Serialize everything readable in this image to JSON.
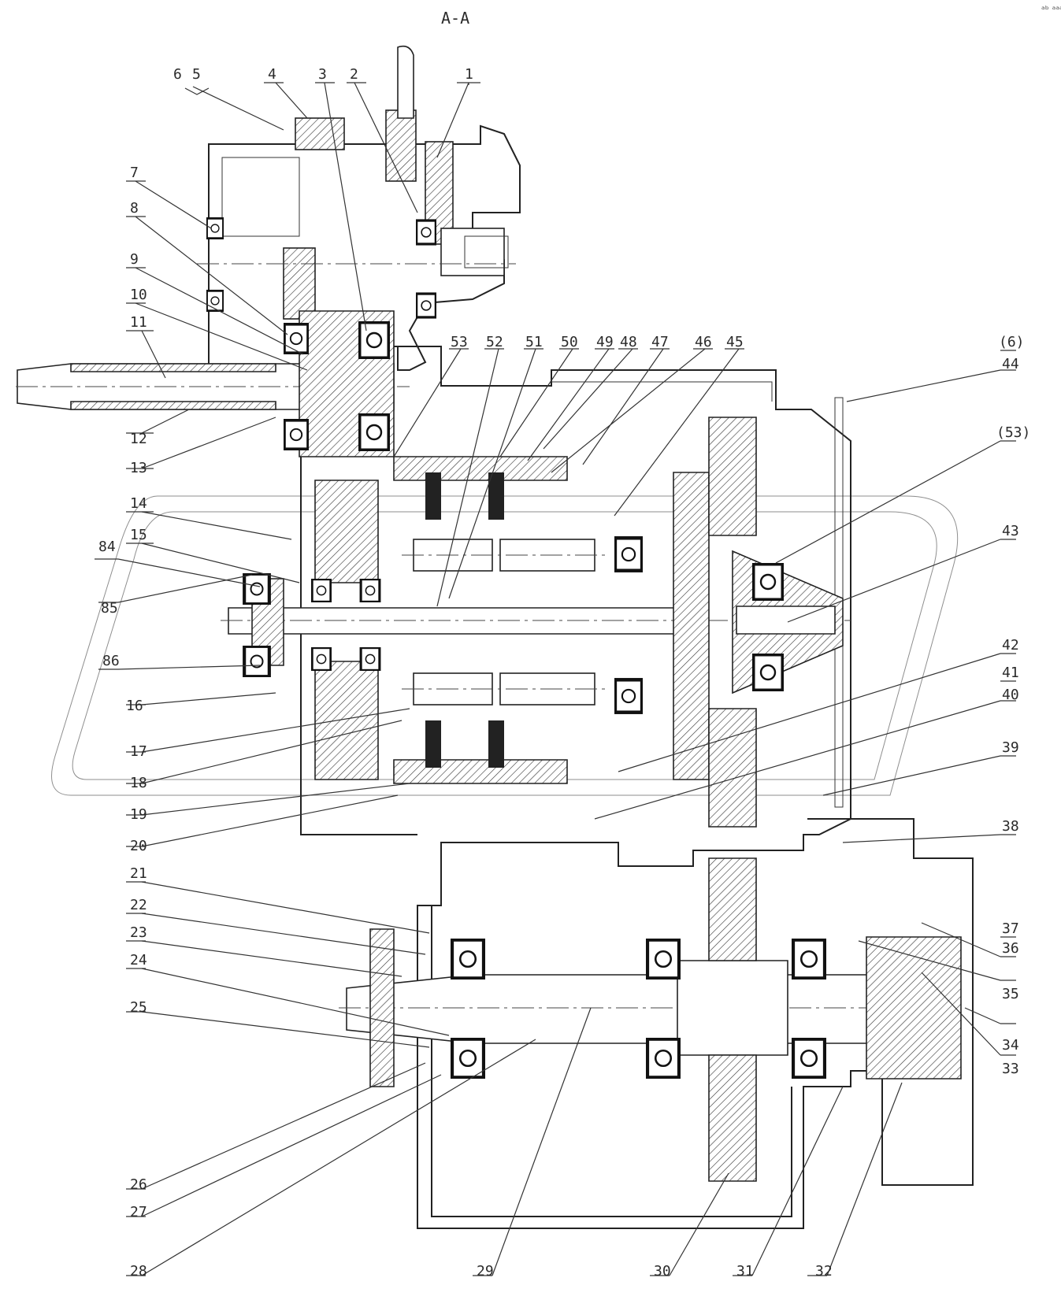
{
  "section_title": "A-A",
  "corner_mark": "ᵃᵇ ᵃᵃᵃ",
  "labels": [
    {
      "id": "1",
      "text": "1"
    },
    {
      "id": "2",
      "text": "2"
    },
    {
      "id": "3",
      "text": "3"
    },
    {
      "id": "4",
      "text": "4"
    },
    {
      "id": "5",
      "text": "5"
    },
    {
      "id": "6",
      "text": "6"
    },
    {
      "id": "7",
      "text": "7"
    },
    {
      "id": "8",
      "text": "8"
    },
    {
      "id": "9",
      "text": "9"
    },
    {
      "id": "10",
      "text": "10"
    },
    {
      "id": "11",
      "text": "11"
    },
    {
      "id": "12",
      "text": "12"
    },
    {
      "id": "13",
      "text": "13"
    },
    {
      "id": "14",
      "text": "14"
    },
    {
      "id": "15",
      "text": "15"
    },
    {
      "id": "84",
      "text": "84"
    },
    {
      "id": "85",
      "text": "85"
    },
    {
      "id": "86",
      "text": "86"
    },
    {
      "id": "16",
      "text": "16"
    },
    {
      "id": "17",
      "text": "17"
    },
    {
      "id": "18",
      "text": "18"
    },
    {
      "id": "19",
      "text": "19"
    },
    {
      "id": "20",
      "text": "20"
    },
    {
      "id": "21",
      "text": "21"
    },
    {
      "id": "22",
      "text": "22"
    },
    {
      "id": "23",
      "text": "23"
    },
    {
      "id": "24",
      "text": "24"
    },
    {
      "id": "25",
      "text": "25"
    },
    {
      "id": "26",
      "text": "26"
    },
    {
      "id": "27",
      "text": "27"
    },
    {
      "id": "28",
      "text": "28"
    },
    {
      "id": "29",
      "text": "29"
    },
    {
      "id": "30",
      "text": "30"
    },
    {
      "id": "31",
      "text": "31"
    },
    {
      "id": "32",
      "text": "32"
    },
    {
      "id": "33",
      "text": "33"
    },
    {
      "id": "34",
      "text": "34"
    },
    {
      "id": "35",
      "text": "35"
    },
    {
      "id": "36",
      "text": "36"
    },
    {
      "id": "37",
      "text": "37"
    },
    {
      "id": "38",
      "text": "38"
    },
    {
      "id": "39",
      "text": "39"
    },
    {
      "id": "40",
      "text": "40"
    },
    {
      "id": "41",
      "text": "41"
    },
    {
      "id": "42",
      "text": "42"
    },
    {
      "id": "43",
      "text": "43"
    },
    {
      "id": "53b",
      "text": "(53)"
    },
    {
      "id": "44",
      "text": "44"
    },
    {
      "id": "6b",
      "text": "(6)"
    },
    {
      "id": "45",
      "text": "45"
    },
    {
      "id": "46",
      "text": "46"
    },
    {
      "id": "47",
      "text": "47"
    },
    {
      "id": "48",
      "text": "48"
    },
    {
      "id": "49",
      "text": "49"
    },
    {
      "id": "50",
      "text": "50"
    },
    {
      "id": "51",
      "text": "51"
    },
    {
      "id": "52",
      "text": "52"
    },
    {
      "id": "53",
      "text": "53"
    }
  ]
}
